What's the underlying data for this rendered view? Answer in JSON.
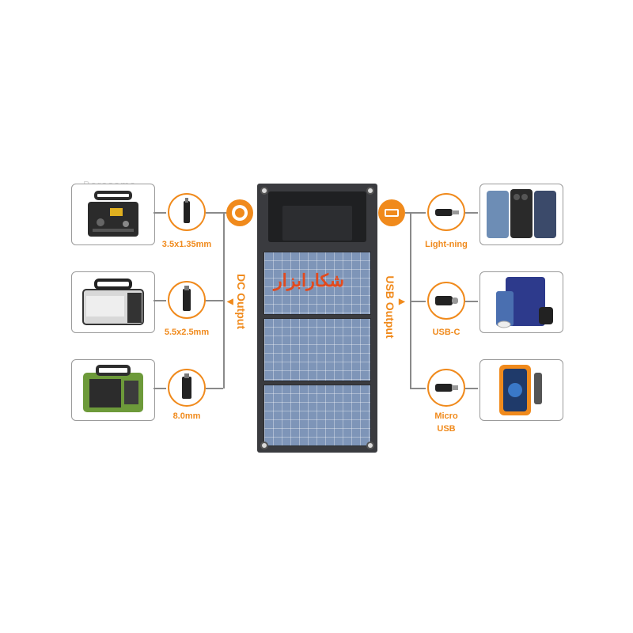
{
  "watermark": "Berasama",
  "overlay_text": "شكارابزار",
  "dc_output_label": "DC Output",
  "usb_output_label": "USB Output",
  "dc_outputs": [
    {
      "label": "3.5x1.35mm",
      "device_icon": "power-station-icon"
    },
    {
      "label": "5.5x2.5mm",
      "device_icon": "silver-power-station-icon"
    },
    {
      "label": "8.0mm",
      "device_icon": "green-power-station-icon"
    }
  ],
  "usb_outputs": [
    {
      "label_line1": "Light-ning",
      "label_line2": "",
      "device_icon": "iphones-icon"
    },
    {
      "label_line1": "USB-C",
      "label_line2": "",
      "device_icon": "tablet-phone-watch-icon"
    },
    {
      "label_line1": "Micro",
      "label_line2": "USB",
      "device_icon": "power-bank-icon"
    }
  ],
  "colors": {
    "accent": "#f08a1c",
    "panel": "#3a3b3f",
    "cell": "#7e95b8",
    "overlay": "#e24a1d"
  }
}
